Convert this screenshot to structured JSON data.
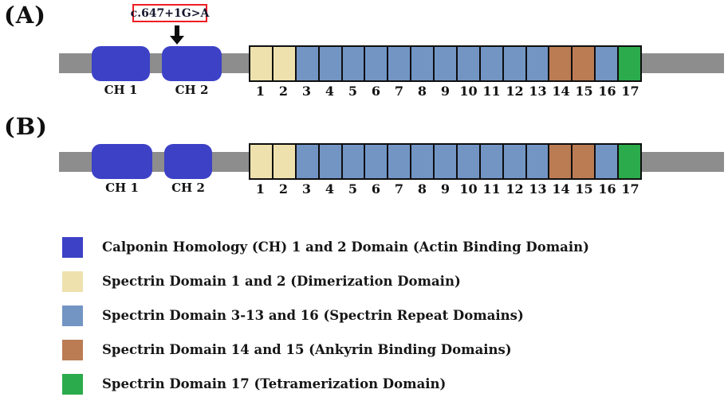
{
  "panels": [
    {
      "label": "(A)",
      "annotation": "c.647+1G>A",
      "ch1_label": "CH 1",
      "ch2_label": "CH 2"
    },
    {
      "label": "(B)",
      "ch1_label": "CH 1",
      "ch2_label": "CH 2"
    }
  ],
  "segments": [
    {
      "num": "1",
      "type": "dimerization"
    },
    {
      "num": "2",
      "type": "dimerization"
    },
    {
      "num": "3",
      "type": "repeat"
    },
    {
      "num": "4",
      "type": "repeat"
    },
    {
      "num": "5",
      "type": "repeat"
    },
    {
      "num": "6",
      "type": "repeat"
    },
    {
      "num": "7",
      "type": "repeat"
    },
    {
      "num": "8",
      "type": "repeat"
    },
    {
      "num": "9",
      "type": "repeat"
    },
    {
      "num": "10",
      "type": "repeat"
    },
    {
      "num": "11",
      "type": "repeat"
    },
    {
      "num": "12",
      "type": "repeat"
    },
    {
      "num": "13",
      "type": "repeat"
    },
    {
      "num": "14",
      "type": "ankyrin"
    },
    {
      "num": "15",
      "type": "ankyrin"
    },
    {
      "num": "16",
      "type": "repeat"
    },
    {
      "num": "17",
      "type": "tetramerization"
    }
  ],
  "legend": [
    {
      "swatch": "ch",
      "label": "Calponin Homology (CH) 1 and 2 Domain (Actin Binding Domain)"
    },
    {
      "swatch": "dimerization",
      "label": "Spectrin Domain 1 and 2 (Dimerization Domain)"
    },
    {
      "swatch": "repeat",
      "label": "Spectrin Domain 3-13 and 16 (Spectrin Repeat Domains)"
    },
    {
      "swatch": "ankyrin",
      "label": "Spectrin Domain 14 and 15 (Ankyrin Binding Domains)"
    },
    {
      "swatch": "tetramerization",
      "label": "Spectrin Domain 17 (Tetramerization Domain)"
    }
  ],
  "colors": {
    "ch": "#3c41c6",
    "dimerization": "#eee1ae",
    "repeat": "#7295c4",
    "ankyrin": "#bb7c53",
    "tetramerization": "#2bab4b",
    "backbone": "#8d8d8d",
    "annotation_border": "#ee1d23"
  }
}
